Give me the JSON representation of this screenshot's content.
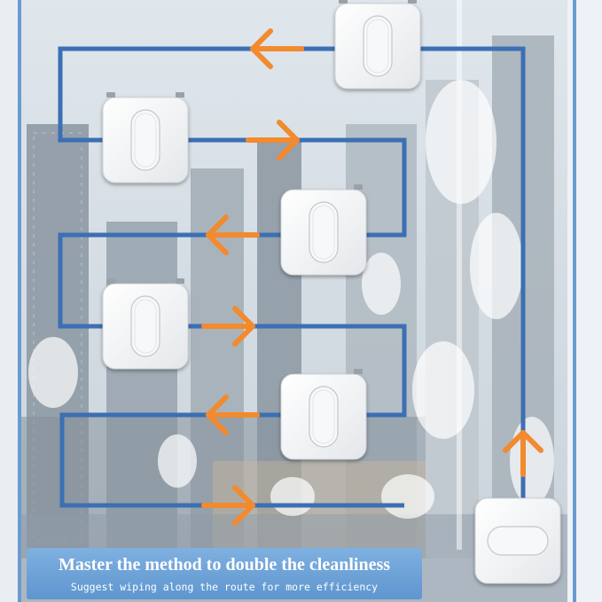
{
  "caption": {
    "title": "Master the method to double the cleanliness",
    "subtitle": "Suggest wiping along the route for more efficiency"
  },
  "route": {
    "color": "#3c6fb3",
    "arrow_color": "#f28a2e",
    "direction_sequence": [
      "up",
      "left",
      "right",
      "left",
      "right",
      "left",
      "right"
    ],
    "wiper_count": 6
  },
  "icons": [
    "window-wiper-icon",
    "arrow-icon",
    "route-line",
    "city-skyline-background"
  ]
}
